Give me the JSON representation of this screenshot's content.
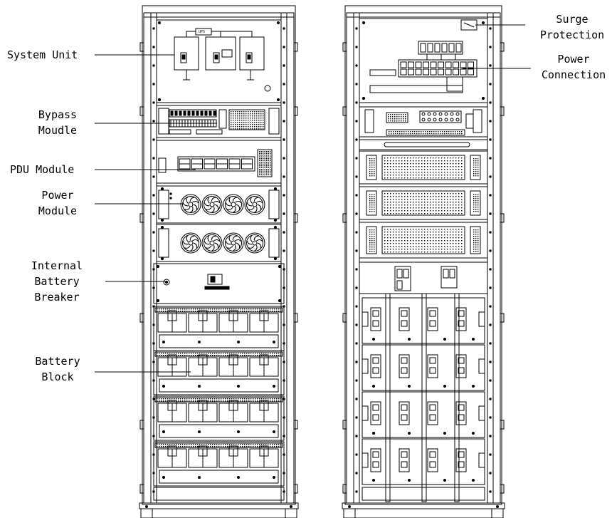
{
  "labels": {
    "system_unit": "System Unit",
    "bypass_module": [
      "Bypass",
      "Moudle"
    ],
    "pdu_module": "PDU Module",
    "power_module": [
      "Power",
      "Module"
    ],
    "internal_battery_breaker": [
      "Internal",
      "Battery",
      "Breaker"
    ],
    "battery_block": [
      "Battery",
      "Block"
    ],
    "surge_protection": [
      "Surge",
      "Protection"
    ],
    "power_connection": [
      "Power",
      "Connection"
    ]
  },
  "panel_text": {
    "ups": "UPS"
  },
  "line_color": "#000000",
  "background": "#ffffff"
}
